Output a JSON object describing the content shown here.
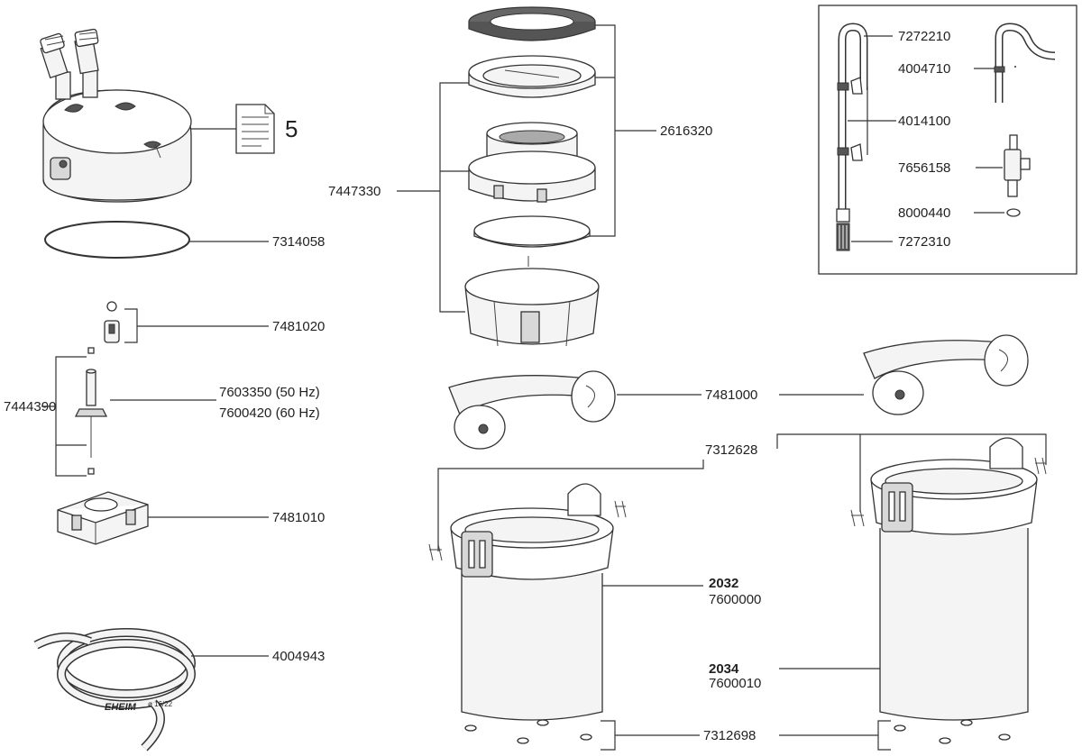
{
  "labels": {
    "doc_number": "5",
    "p7314058": "7314058",
    "p7481020": "7481020",
    "p7444390": "7444390",
    "p7603350": "7603350 (50 Hz)",
    "p7600420": "7600420 (60 Hz)",
    "p7481010": "7481010",
    "p4004943": "4004943",
    "p2616320": "2616320",
    "p7447330": "7447330",
    "p7481000": "7481000",
    "p7312628": "7312628",
    "m2032": "2032",
    "p7600000": "7600000",
    "m2034": "2034",
    "p7600010": "7600010",
    "p7312698": "7312698",
    "p7272210": "7272210",
    "p4004710": "4004710",
    "p4014100": "4014100",
    "p7656158": "7656158",
    "p8000440": "8000440",
    "p7272310": "7272310",
    "hose_brand": "EHEIM",
    "hose_size": "ø 16/22"
  },
  "icons": {
    "document": "document-icon"
  }
}
